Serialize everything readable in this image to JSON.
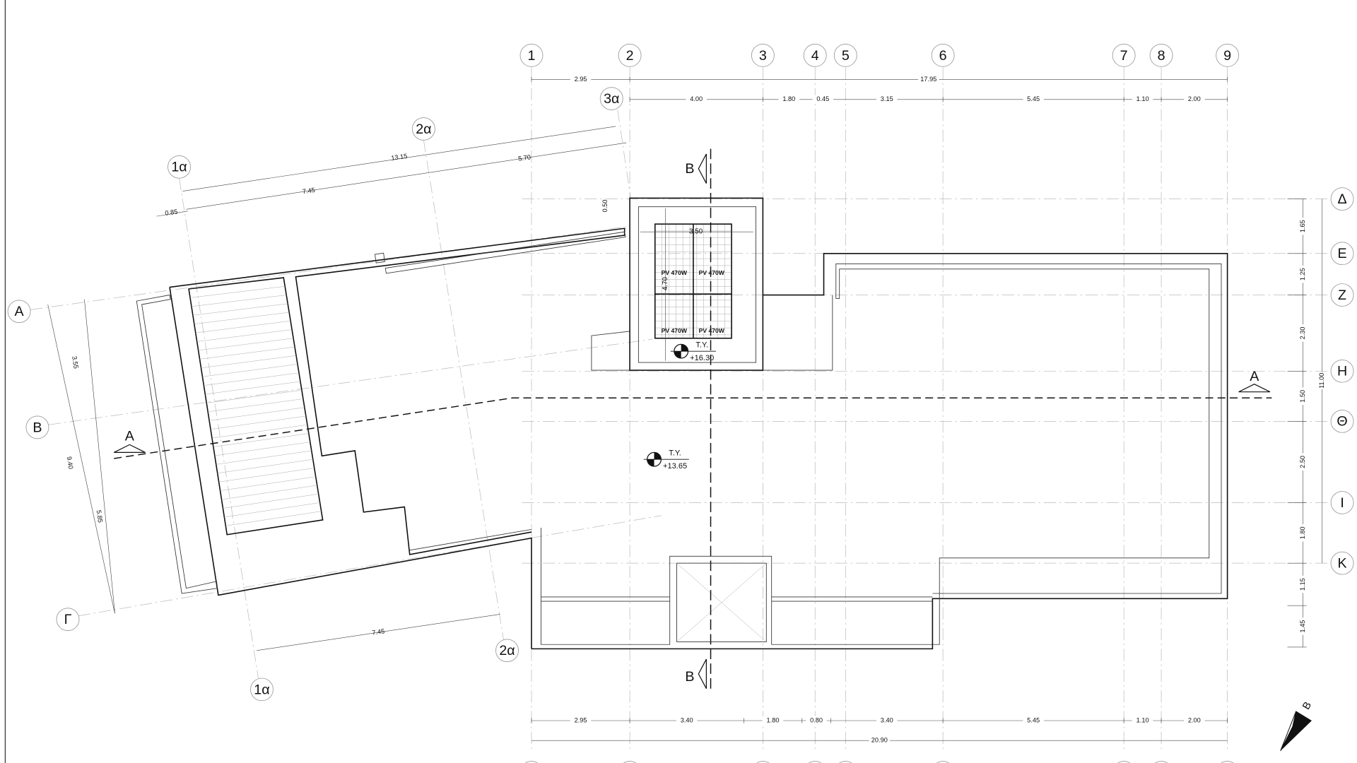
{
  "drawing": {
    "grid_columns": [
      "1",
      "2",
      "3",
      "4",
      "5",
      "6",
      "7",
      "8",
      "9"
    ],
    "grid_rows": [
      "Δ",
      "E",
      "Z",
      "H",
      "Θ",
      "I",
      "K"
    ],
    "skew_grid": {
      "rows": [
        "A",
        "B",
        "Γ"
      ],
      "columns_top": [
        "1α",
        "2α",
        "3α"
      ],
      "columns_bottom": [
        "1α",
        "2α"
      ]
    },
    "top_dims_row1": [
      "2.95",
      "17.95"
    ],
    "top_dims_row2": [
      "4.00",
      "1.80",
      "0.45",
      "3.15",
      "5.45",
      "1.10",
      "2.00"
    ],
    "bottom_dims_row1": [
      "2.95",
      "3.40",
      "1.80",
      "0.80",
      "3.40",
      "5.45",
      "1.10",
      "2.00"
    ],
    "bottom_dims_total": "20.90",
    "right_dims": [
      "1.65",
      "1.25",
      "2.30",
      "1.50",
      "2.50",
      "1.80",
      "1.15",
      "1.45"
    ],
    "right_dims_total": "11.00",
    "left_dims": {
      "top_total": "13.15",
      "top_part": "5.70",
      "top_mid": "7.45",
      "top_offset": "0.85",
      "offset_050": "0.50",
      "side_355": "3.55",
      "side_total": "9.40",
      "side_585": "5.85",
      "bottom": "7.45"
    },
    "pv_panel": {
      "width": "3.50",
      "height": "4.70",
      "labels": [
        "PV 470W",
        "PV 470W",
        "PV 470W",
        "PV 470W"
      ]
    },
    "levels": [
      {
        "label": "T.Y.",
        "value": "+16.30"
      },
      {
        "label": "T.Y.",
        "value": "+13.65"
      }
    ],
    "sections": {
      "b": "B",
      "a": "A"
    },
    "north_label": "B"
  }
}
